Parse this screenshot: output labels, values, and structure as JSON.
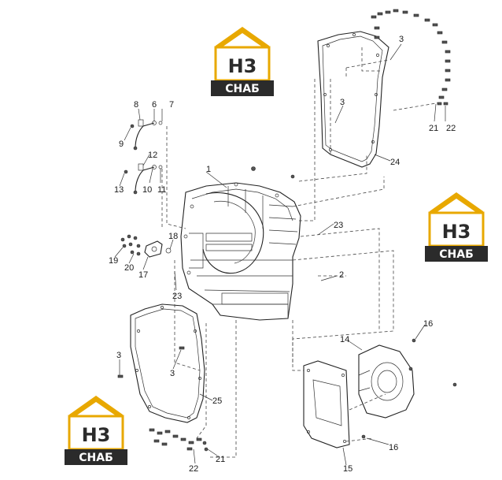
{
  "logo": {
    "mark": "H3",
    "word": "CHAБ",
    "colors": {
      "gold": "#E8A800",
      "dark": "#2b2b2b",
      "light": "#ffffff"
    }
  },
  "labels": [
    "1",
    "2",
    "3",
    "3",
    "3",
    "3",
    "6",
    "7",
    "8",
    "9",
    "10",
    "11",
    "12",
    "13",
    "14",
    "15",
    "16",
    "16",
    "17",
    "18",
    "19",
    "20",
    "21",
    "21",
    "22",
    "22",
    "23",
    "23",
    "24",
    "25"
  ]
}
